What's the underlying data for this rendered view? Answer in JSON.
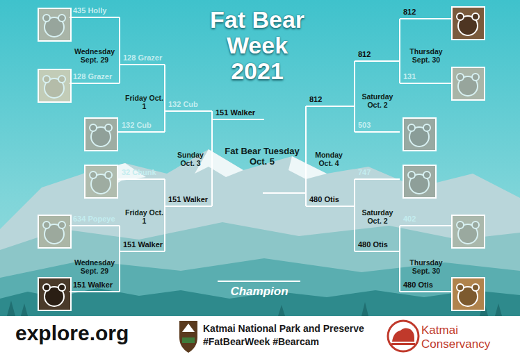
{
  "diagram": {
    "title": "Fat Bear Week 2021",
    "nodes": [
      {
        "text": [
          "435 Holly"
        ]
      },
      {
        "text": [
          "128 Grazer"
        ]
      },
      {
        "text": [
          "128 Grazer"
        ]
      },
      {
        "text": [
          "132 Cub"
        ]
      },
      {
        "text": [
          "132 Cub"
        ]
      },
      {
        "text": [
          "151 Walker"
        ]
      },
      {
        "text": [
          "32 Chunk"
        ]
      },
      {
        "text": [
          "634 Popeye"
        ]
      },
      {
        "text": [
          "151 Walker"
        ]
      },
      {
        "text": [
          "151 Walker"
        ]
      },
      {
        "text": [
          "151 Walker"
        ]
      },
      {
        "text": [
          "812"
        ]
      },
      {
        "text": [
          "131"
        ]
      },
      {
        "text": [
          "812"
        ]
      },
      {
        "text": [
          "503"
        ]
      },
      {
        "text": [
          "812"
        ]
      },
      {
        "text": [
          "747"
        ]
      },
      {
        "text": [
          "402"
        ]
      },
      {
        "text": [
          "480 Otis"
        ]
      },
      {
        "text": [
          "480 Otis"
        ]
      },
      {
        "text": [
          "480 Otis"
        ]
      }
    ],
    "edges": [
      {
        "from": 0,
        "to": 2,
        "arrow": "none"
      },
      {
        "from": 1,
        "to": 2,
        "arrow": "none"
      },
      {
        "from": 2,
        "to": 4,
        "arrow": "none"
      },
      {
        "from": 3,
        "to": 4,
        "arrow": "none"
      },
      {
        "from": 4,
        "to": 5,
        "arrow": "none"
      },
      {
        "from": 10,
        "to": 5,
        "arrow": "none"
      },
      {
        "from": 6,
        "to": 10,
        "arrow": "none"
      },
      {
        "from": 9,
        "to": 10,
        "arrow": "none"
      },
      {
        "from": 7,
        "to": 9,
        "arrow": "none"
      },
      {
        "from": 8,
        "to": 9,
        "arrow": "none"
      },
      {
        "from": 11,
        "to": 13,
        "arrow": "none"
      },
      {
        "from": 12,
        "to": 13,
        "arrow": "none"
      },
      {
        "from": 13,
        "to": 15,
        "arrow": "none"
      },
      {
        "from": 14,
        "to": 15,
        "arrow": "none"
      },
      {
        "from": 16,
        "to": 20,
        "arrow": "none"
      },
      {
        "from": 19,
        "to": 20,
        "arrow": "none"
      },
      {
        "from": 17,
        "to": 19,
        "arrow": "none"
      },
      {
        "from": 18,
        "to": 19,
        "arrow": "none"
      }
    ],
    "labels": [
      "Wednesday Sept. 29",
      "Friday Oct. 1",
      "Sunday Oct. 3",
      "Friday Oct. 1",
      "Wednesday Sept. 29",
      "Thursday Sept. 30",
      "Saturday Oct. 2",
      "Monday Oct. 4",
      "Saturday Oct. 2",
      "Thursday Sept. 30",
      "Fat Bear Tuesday Oct. 5",
      "Champion",
      "explore.org",
      "Katmai National Park and Preserve",
      "#FatBearWeek #Bearcam",
      "Katmai Conservancy"
    ]
  }
}
